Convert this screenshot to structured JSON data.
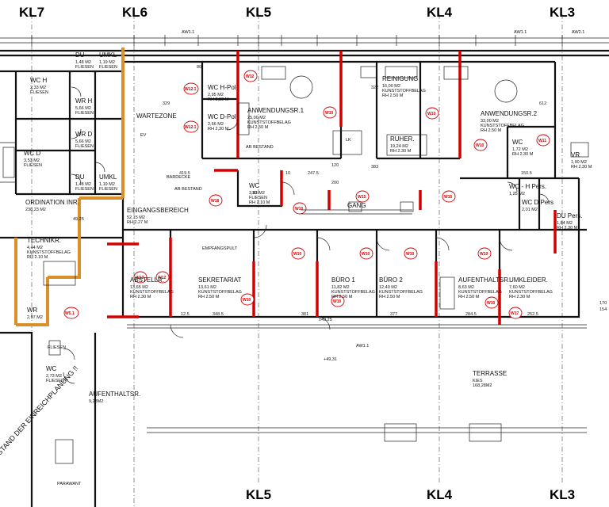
{
  "axes": {
    "top": [
      "KL7",
      "KL6",
      "KL5",
      "KL4",
      "KL3"
    ],
    "bottom": [
      "KL5",
      "KL4",
      "KL3"
    ]
  },
  "rooms": [
    {
      "id": "du1",
      "lines": [
        "DU",
        "1,48 M2",
        "FLIESEN"
      ]
    },
    {
      "id": "umkl1",
      "lines": [
        "UMKL",
        "1,19 M2",
        "FLIESEN"
      ]
    },
    {
      "id": "wch",
      "lines": [
        "WC H",
        "2,33 M2",
        "FLIESEN"
      ]
    },
    {
      "id": "wrh",
      "lines": [
        "WR H",
        "5,66 M2",
        "FLIESEN"
      ]
    },
    {
      "id": "wrd",
      "lines": [
        "WR D",
        "5,66 M2",
        "FLIESEN"
      ]
    },
    {
      "id": "wcd",
      "lines": [
        "WC D",
        "3,53 M2",
        "FLIESEN"
      ]
    },
    {
      "id": "du2",
      "lines": [
        "DU",
        "1,48 M2",
        "FLIESEN"
      ]
    },
    {
      "id": "umkl2",
      "lines": [
        "UMKL",
        "1,19 M2",
        "FLIESEN"
      ]
    },
    {
      "id": "ordination",
      "lines": [
        "ORDINATION INR.",
        "238,23 M2"
      ]
    },
    {
      "id": "wchpol",
      "lines": [
        "WC H-Pol",
        "2,95 M2",
        "RH 2,30 M"
      ]
    },
    {
      "id": "wcdpol",
      "lines": [
        "WC D-Pol",
        "2,66 M2",
        "RH 2,30 M"
      ]
    },
    {
      "id": "wartezone",
      "lines": [
        "WARTEZONE"
      ]
    },
    {
      "id": "anw1",
      "lines": [
        "ANWENDUNGSR.1",
        "25,00 M2",
        "KUNSTSTOFFBELAG",
        "RH 2.50 M"
      ]
    },
    {
      "id": "reinigung",
      "lines": [
        "REINIGUNG",
        "16,00 M2",
        "KUNSTSTOFFBELAG",
        "RH 2.50 M"
      ]
    },
    {
      "id": "anw2",
      "lines": [
        "ANWENDUNGSR.2",
        "33,00 M2",
        "KUNSTSTOFFBELAG",
        "RH 2.50 M"
      ]
    },
    {
      "id": "ruher",
      "lines": [
        "RUHER.",
        "19,24 M2",
        "RH 2.30 M"
      ]
    },
    {
      "id": "wc_r",
      "lines": [
        "WC",
        "1,72 M2",
        "RH 2.30 M"
      ]
    },
    {
      "id": "vr_r",
      "lines": [
        "VR",
        "1,90 M2",
        "RH 2.30 M"
      ]
    },
    {
      "id": "wc_c",
      "lines": [
        "WC",
        "3,63 M2",
        "FLIESEN",
        "RH 2.10 M"
      ]
    },
    {
      "id": "eingang",
      "lines": [
        "EINGANGSBEREICH",
        "52,15 M2",
        "RH 2.27 M"
      ]
    },
    {
      "id": "wchpers",
      "lines": [
        "WC - H Pers.",
        "1,25 M2"
      ]
    },
    {
      "id": "wcdpers",
      "lines": [
        "WC D Pers",
        "2,01 M2"
      ]
    },
    {
      "id": "dupers",
      "lines": [
        "DU Pers.",
        "1,84 M2",
        "RH 2.30 M"
      ]
    },
    {
      "id": "technik",
      "lines": [
        "TECHNIKR.",
        "4,44 M2",
        "KUNSTSTOFFBELAG",
        "RH 2.10 M"
      ]
    },
    {
      "id": "abstell",
      "lines": [
        "ABSTELLR.",
        "13,65 M2",
        "KUNSTSTOFFBELAG",
        "RH 2.30 M"
      ]
    },
    {
      "id": "sekretariat",
      "lines": [
        "SEKRETARIAT",
        "13,61 M2",
        "KUNSTSTOFFBELAG",
        "RH 2.50 M"
      ]
    },
    {
      "id": "buero1",
      "lines": [
        "BÜRO 1",
        "11,82 M2",
        "KUNSTSTOFFBELAG",
        "RH 2.50 M"
      ]
    },
    {
      "id": "buero2",
      "lines": [
        "BÜRO 2",
        "12,40 M2",
        "KUNSTSTOFFBELAG",
        "RH 2.50 M"
      ]
    },
    {
      "id": "aufenthalt1",
      "lines": [
        "AUFENTHALTSR.",
        "8,63 M2",
        "KUNSTSTOFFBELAG",
        "RH 2.50 M"
      ]
    },
    {
      "id": "umkleider",
      "lines": [
        "UMKLEIDER.",
        "7,60 M2",
        "KUNSTSTOFFBELAG",
        "RH 2.30 M"
      ]
    },
    {
      "id": "wr_l",
      "lines": [
        "WR",
        "2,97 M2"
      ]
    },
    {
      "id": "wc_l",
      "lines": [
        "WC",
        "2,73 M2",
        "FLIESEN"
      ]
    },
    {
      "id": "aufenthalt2",
      "lines": [
        "AUFENTHALTSR.",
        "9,28M2"
      ]
    },
    {
      "id": "terrasse",
      "lines": [
        "TERRASSE",
        "KIES",
        "168,28M2"
      ]
    }
  ],
  "labels": {
    "gang": "GANG",
    "ar_bestand": "AR BESTAND",
    "bardecke": "BARDECKE",
    "empfang": "EMPFANGSPULT",
    "parawant": "PARAWANT",
    "einreich": "STAND DER EINREICHPLANUNG !!",
    "elev1": "±49,25",
    "elev2": "+49,31",
    "elev3": "49,25",
    "aw1": "AW1.1",
    "aw2": "AW2.1",
    "flur_fl": "FLIESEN",
    "lk": "LK",
    "ev": "EV"
  },
  "dims": [
    "329",
    "419.5",
    "247.5",
    "150.5",
    "612",
    "381",
    "377",
    "284.5",
    "252.5",
    "348.5",
    "12.5",
    "120",
    "200",
    "80",
    "170",
    "154",
    "10",
    "383",
    "322",
    "30"
  ],
  "wall_tags": [
    "W12.1",
    "W12.1",
    "W12",
    "W10",
    "W10",
    "W10",
    "W11",
    "W18",
    "W10",
    "W15",
    "W15",
    "W10",
    "W10",
    "W10",
    "W10",
    "W12",
    "W12",
    "W10",
    "W10",
    "W10",
    "W17",
    "W5.1"
  ]
}
